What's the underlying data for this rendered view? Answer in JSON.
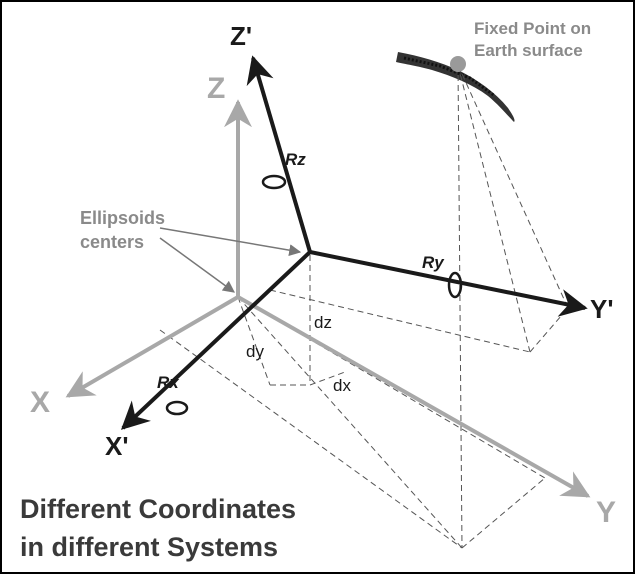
{
  "labels": {
    "z_prime": "Z'",
    "y_prime": "Y'",
    "x_prime": "X'",
    "z": "Z",
    "y": "Y",
    "x": "X",
    "rz": "Rz",
    "ry": "Ry",
    "rx": "Rx",
    "dz": "dz",
    "dy": "dy",
    "dx": "dx",
    "fixed_point_line1": "Fixed Point on",
    "fixed_point_line2": "Earth surface",
    "ellipsoids_line1": "Ellipsoids",
    "ellipsoids_line2": "centers"
  },
  "title": {
    "line1": "Different Coordinates",
    "line2": "in different Systems"
  },
  "colors": {
    "primary_axes": "#1a1a1a",
    "secondary_axes": "#a8a8a8",
    "point": "#9a9a9a",
    "text_dark": "#1a1a1a",
    "text_gray": "#8a8a8a"
  }
}
